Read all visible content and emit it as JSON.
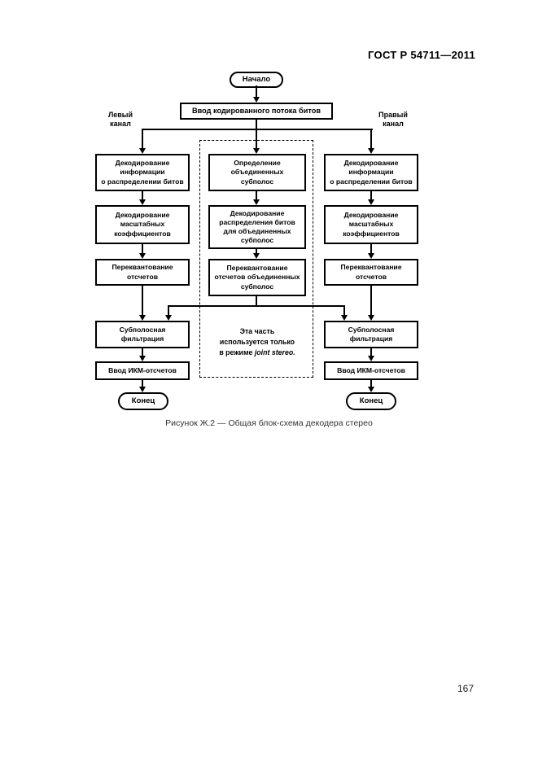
{
  "page": {
    "header": "ГОСТ Р 54711—2011",
    "caption": "Рисунок Ж.2 — Общая блок-схема декодера стерео",
    "page_number": "167"
  },
  "flowchart": {
    "start": "Начало",
    "input": "Ввод кодированного потока битов",
    "left_channel_label": "Левый\nканал",
    "right_channel_label": "Правый\nканал",
    "left": {
      "decode_info": "Декодирование\nинформации\nо распределении битов",
      "decode_scale": "Декодирование\nмасштабных\nкоэффициентов",
      "requant": "Переквантование\nотсчетов",
      "subband": "Субполосная\nфильтрация",
      "pcm": "Ввод ИКМ-отсчетов",
      "end": "Конец"
    },
    "middle": {
      "define_joint": "Определение\nобъединенных\nсубполос",
      "decode_bits": "Декодирование\nраспределения битов\nдля объединенных\nсубполос",
      "requant_joint": "Переквантование\nотсчетов объединенных\nсубполос",
      "note_line1": "Эта часть",
      "note_line2": "используется только",
      "note_line3_prefix": "в режиме ",
      "note_line3_italic": "joint stereo."
    },
    "right": {
      "decode_info": "Декодирование\nинформации\nо распределении битов",
      "decode_scale": "Декодирование\nмасштабных\nкоэффициентов",
      "requant": "Переквантование\nотсчетов",
      "subband": "Субполосная\nфильтрация",
      "pcm": "Ввод ИКМ-отсчетов",
      "end": "Конец"
    }
  }
}
